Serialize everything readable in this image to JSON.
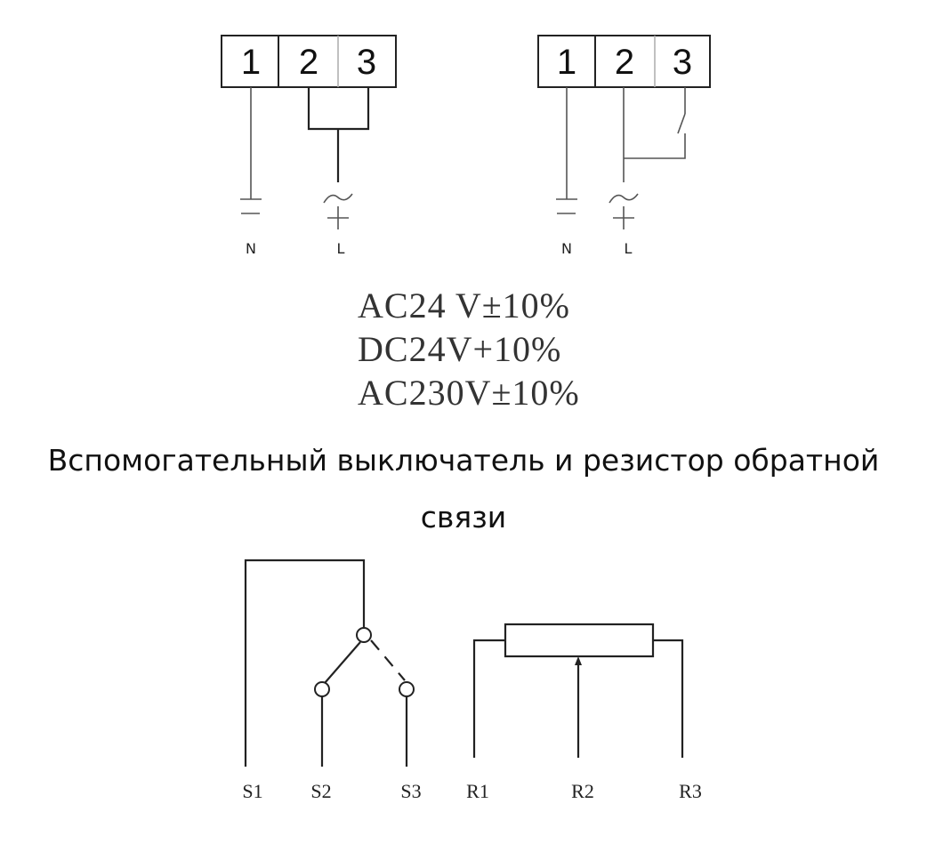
{
  "wiring_left": {
    "terminals": [
      "1",
      "2",
      "3"
    ],
    "neutral_label": "N",
    "line_label": "L"
  },
  "wiring_right": {
    "terminals": [
      "1",
      "2",
      "3"
    ],
    "neutral_label": "N",
    "line_label": "L"
  },
  "supply_specs": [
    "AC24 V±10%",
    "DC24V+10%",
    "AC230V±10%"
  ],
  "section_heading": {
    "line1": "Вспомогательный выключатель и резистор обратной",
    "line2": "связи"
  },
  "aux_switch": {
    "labels": [
      "S1",
      "S2",
      "S3"
    ]
  },
  "feedback_resistor": {
    "labels": [
      "R1",
      "R2",
      "R3"
    ]
  }
}
